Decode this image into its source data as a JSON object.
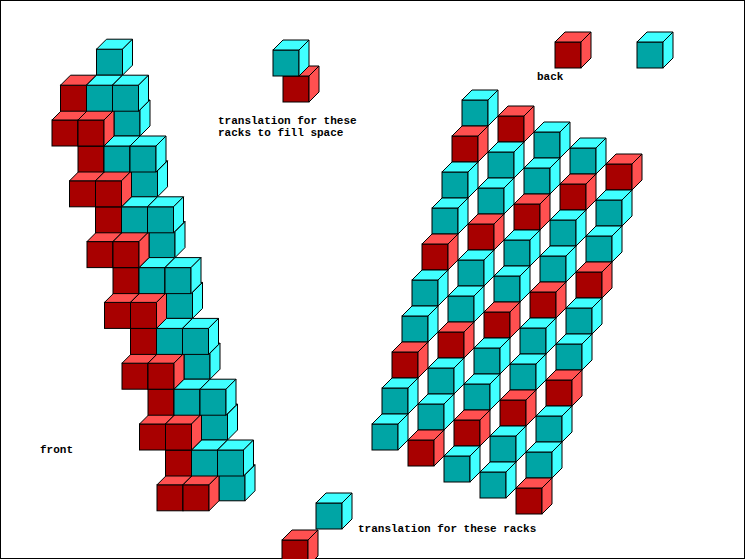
{
  "diagram": {
    "labels": [
      "back",
      "translation for these racks to fill space",
      "front",
      "translation for these racks"
    ]
  }
}
